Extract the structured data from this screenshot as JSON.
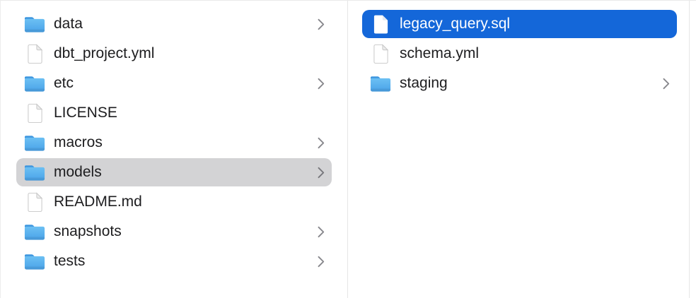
{
  "app": {
    "name": "file-browser-column-view"
  },
  "colors": {
    "selection_active_blue": "#1467d9",
    "selection_inactive_gray": "#d3d3d5",
    "text": "#1d1d1f",
    "text_selected": "#ffffff",
    "divider": "#e6e6e6",
    "chevron_gray": "#87878c",
    "folder_blue_top": "#6cc0f3",
    "folder_blue_bottom": "#4aa3e9",
    "folder_tab_blue": "#3f97df",
    "document_border_gray": "#c6c6c6"
  },
  "columns": [
    {
      "name": "left-column",
      "items": [
        {
          "label": "data",
          "type": "folder",
          "icon": "folder-icon",
          "chevron": true,
          "chevron_icon": "chevron-right-icon",
          "selected": "none"
        },
        {
          "label": "dbt_project.yml",
          "type": "file",
          "icon": "document-icon",
          "chevron": false,
          "selected": "none"
        },
        {
          "label": "etc",
          "type": "folder",
          "icon": "folder-icon",
          "chevron": true,
          "chevron_icon": "chevron-right-icon",
          "selected": "none"
        },
        {
          "label": "LICENSE",
          "type": "file",
          "icon": "document-icon",
          "chevron": false,
          "selected": "none"
        },
        {
          "label": "macros",
          "type": "folder",
          "icon": "folder-icon",
          "chevron": true,
          "chevron_icon": "chevron-right-icon",
          "selected": "none"
        },
        {
          "label": "models",
          "type": "folder",
          "icon": "folder-icon",
          "chevron": true,
          "chevron_icon": "chevron-right-icon",
          "selected": "inactive"
        },
        {
          "label": "README.md",
          "type": "file",
          "icon": "document-icon",
          "chevron": false,
          "selected": "none"
        },
        {
          "label": "snapshots",
          "type": "folder",
          "icon": "folder-icon",
          "chevron": true,
          "chevron_icon": "chevron-right-icon",
          "selected": "none"
        },
        {
          "label": "tests",
          "type": "folder",
          "icon": "folder-icon",
          "chevron": true,
          "chevron_icon": "chevron-right-icon",
          "selected": "none"
        }
      ]
    },
    {
      "name": "right-column",
      "items": [
        {
          "label": "legacy_query.sql",
          "type": "file",
          "icon": "document-icon",
          "chevron": false,
          "selected": "active"
        },
        {
          "label": "schema.yml",
          "type": "file",
          "icon": "document-icon",
          "chevron": false,
          "selected": "none"
        },
        {
          "label": "staging",
          "type": "folder",
          "icon": "folder-icon",
          "chevron": true,
          "chevron_icon": "chevron-right-icon",
          "selected": "none"
        }
      ]
    }
  ]
}
